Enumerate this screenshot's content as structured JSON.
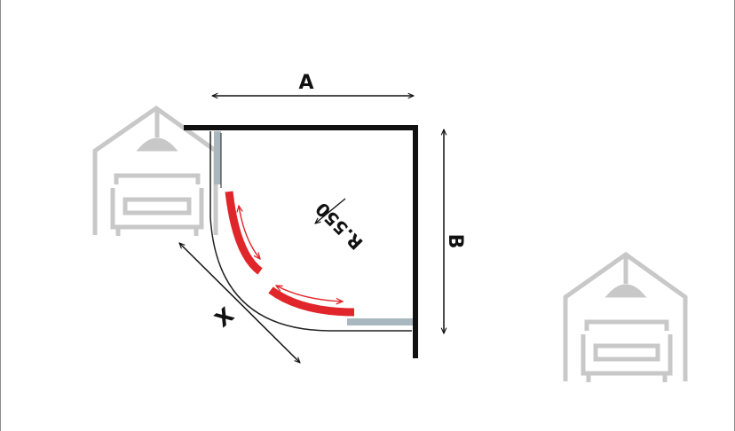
{
  "diagram": {
    "labels": {
      "width": "A",
      "depth": "B",
      "diagonal": "X",
      "radius": "R.550"
    },
    "watermark_icon": "house-with-sofa-logo",
    "colors": {
      "frame": "#111111",
      "glass_panel": "#a9b7bf",
      "sliding_door": "#e0262b",
      "slide_arrow": "#e0262b",
      "dimension_arrow": "#111111",
      "watermark": "#c8c8c8",
      "background": "#ffffff"
    }
  }
}
